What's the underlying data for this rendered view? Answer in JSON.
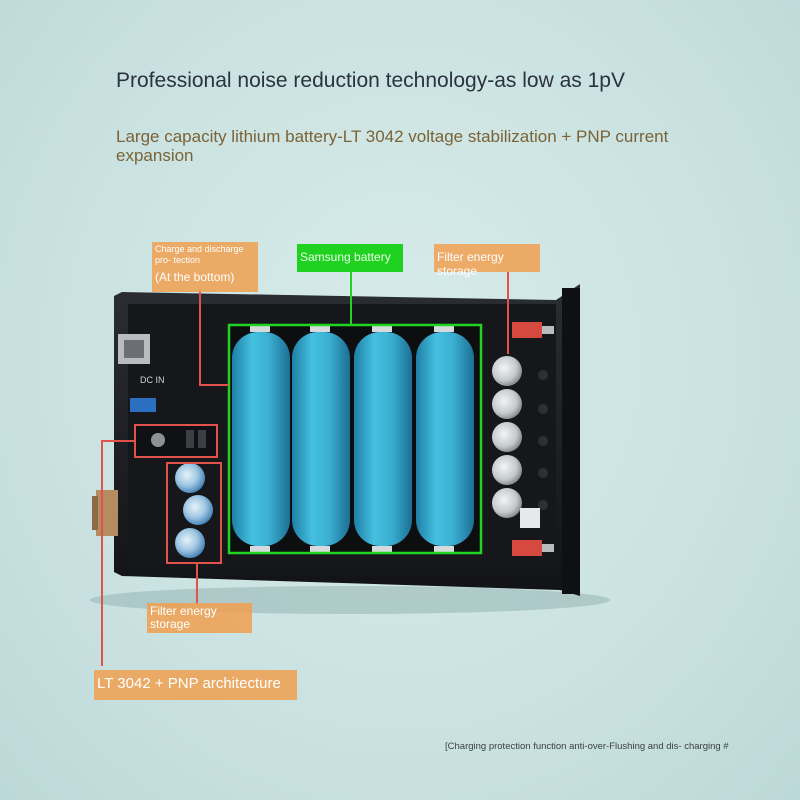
{
  "headline": "Professional noise reduction technology-as low as 1pV",
  "subline": "Large capacity lithium battery-LT 3042 voltage stabilization + PNP current expansion",
  "labels": {
    "protection_top": "Charge and discharge pro- tection",
    "protection_bottom": "(At the bottom)",
    "samsung": "Samsung battery",
    "filter_right": "Filter energy storage",
    "filter_bottom": "Filter energy storage",
    "lt3042": "LT 3042 + PNP architecture"
  },
  "footnote": "[Charging protection function anti-over-Flushing and dis- charging #",
  "colors": {
    "background": "#cfe6e5",
    "callout_box": "#f0a050",
    "callout_line": "#e0524a",
    "highlight_green": "#22d422",
    "battery_cyan": "#3aaed0",
    "chassis": "#1c1e22"
  }
}
